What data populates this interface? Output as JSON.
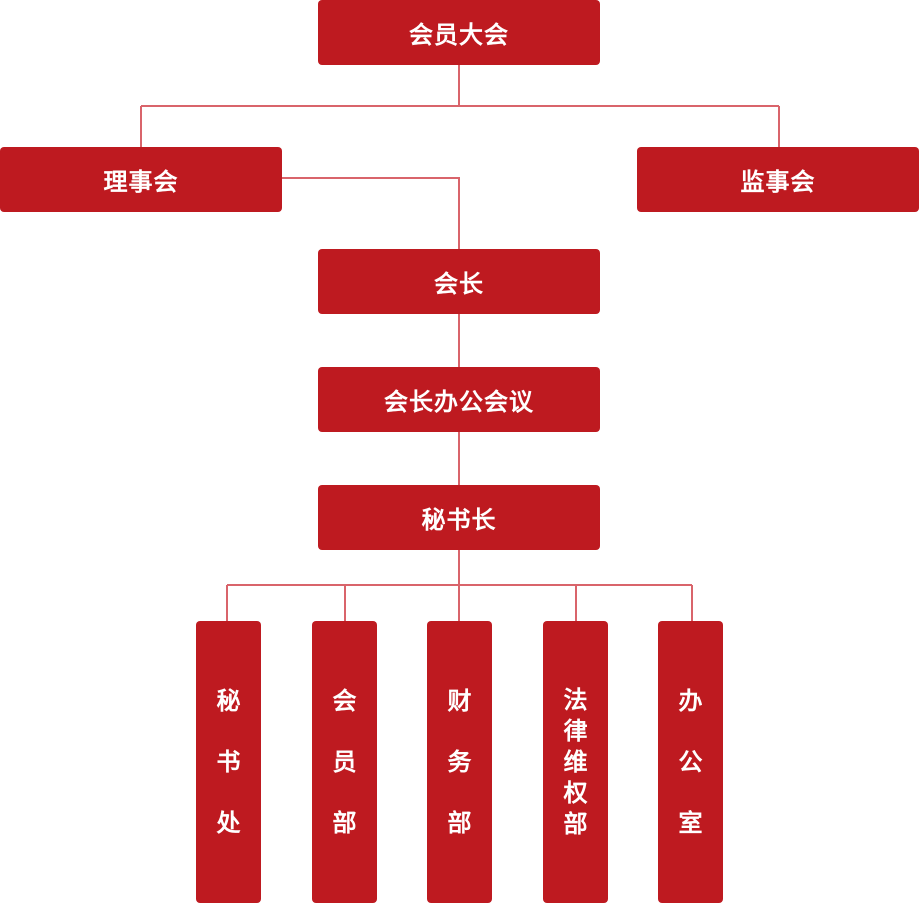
{
  "org_chart": {
    "line_color": "#d9646b",
    "box_color": "#be1a20",
    "general_assembly": "会员大会",
    "council": "理事会",
    "supervisory_board": "监事会",
    "president": "会长",
    "president_office_meeting": "会长办公会议",
    "secretary_general": "秘书长",
    "departments": [
      {
        "label": "秘书处"
      },
      {
        "label": "会员部"
      },
      {
        "label": "财务部"
      },
      {
        "label": "法律维权部"
      },
      {
        "label": "办公室"
      }
    ]
  }
}
